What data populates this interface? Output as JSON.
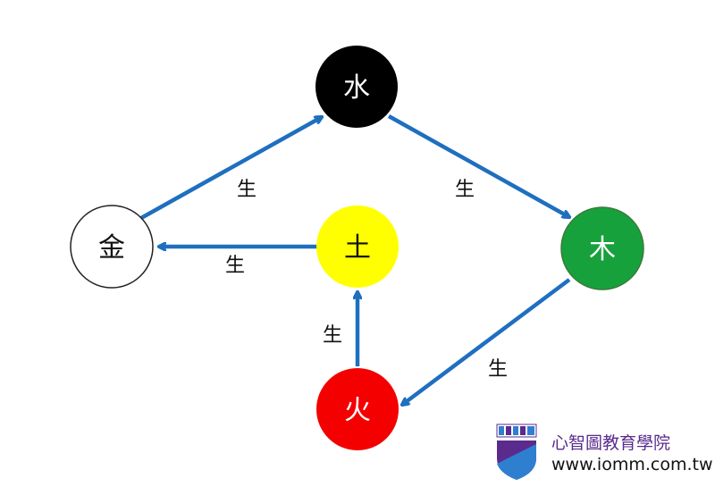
{
  "colors": {
    "arrow": "#1f6fbf",
    "water": "#000000",
    "wood": "#17a13d",
    "fire": "#f40000",
    "earth": "#ffff00",
    "metal": "#ffffff",
    "brand_purple": "#5a2b8c",
    "brand_blue": "#2f7fd0"
  },
  "nodes": {
    "water": "水",
    "wood": "木",
    "fire": "火",
    "earth": "土",
    "metal": "金"
  },
  "edges": {
    "metal_to_water": "生",
    "water_to_wood": "生",
    "wood_to_fire": "生",
    "fire_to_earth": "生",
    "earth_to_metal": "生"
  },
  "branding": {
    "name": "心智圖教育學院",
    "url": "www.iomm.com.tw",
    "logo_icon": "iomm-shield-logo"
  }
}
